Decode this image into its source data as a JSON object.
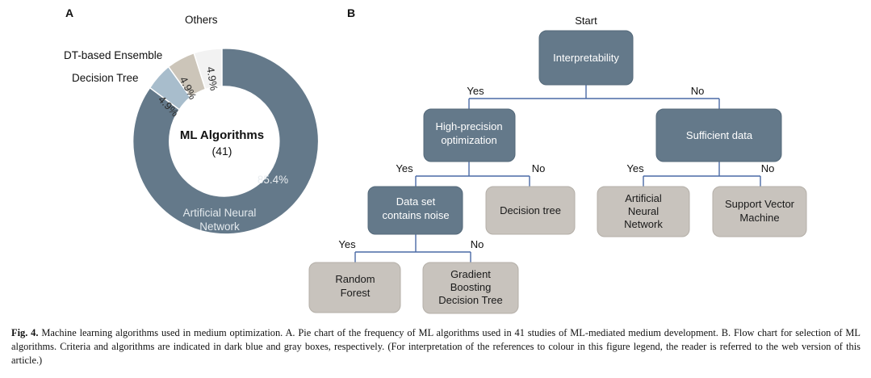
{
  "figure": {
    "panel_a_letter": "A",
    "panel_b_letter": "B",
    "caption_label": "Fig. 4.",
    "caption_text": "Machine learning algorithms used in medium optimization. A. Pie chart of the frequency of ML algorithms used in 41 studies of ML-mediated medium development. B. Flow chart for selection of ML algorithms. Criteria and algorithms are indicated in dark blue and gray boxes, respectively. (For interpretation of the references to colour in this figure legend, the reader is referred to the web version of this article.)"
  },
  "chart_data": {
    "type": "pie",
    "title": "ML Algorithms",
    "center_title": "ML Algorithms",
    "center_count": "(41)",
    "total_studies": 41,
    "donut": true,
    "categories": [
      "Artificial Neural Network",
      "Decision Tree",
      "DT-based Ensemble",
      "Others"
    ],
    "values": [
      85.4,
      4.9,
      4.9,
      4.9
    ],
    "value_labels": [
      "85.4%",
      "4.9%",
      "4.9%",
      "4.9%"
    ],
    "counts": [
      35,
      2,
      2,
      2
    ],
    "colors": [
      "#64798a",
      "#a8bdcc",
      "#ccc5b9",
      "#f2f2f2"
    ],
    "legend": "inline-callouts",
    "inline_labels": [
      "Artificial Neural",
      "Network"
    ],
    "callouts": [
      {
        "label": "Decision Tree"
      },
      {
        "label": "DT-based Ensemble"
      },
      {
        "label": "Others"
      }
    ],
    "xlabel": "",
    "ylabel": ""
  },
  "flow": {
    "start_label": "Start",
    "nodes": [
      {
        "id": "interpretability",
        "label": "Interpretability",
        "kind": "criteria"
      },
      {
        "id": "high-precision-optimization",
        "label_line1": "High-precision",
        "label_line2": "optimization",
        "kind": "criteria"
      },
      {
        "id": "sufficient-data",
        "label": "Sufficient data",
        "kind": "criteria"
      },
      {
        "id": "data-set-contains-noise",
        "label_line1": "Data set",
        "label_line2": "contains noise",
        "kind": "criteria"
      },
      {
        "id": "decision-tree",
        "label": "Decision tree",
        "kind": "result"
      },
      {
        "id": "artificial-neural-network",
        "label_line1": "Artificial",
        "label_line2": "Neural",
        "label_line3": "Network",
        "kind": "result"
      },
      {
        "id": "support-vector-machine",
        "label_line1": "Support Vector",
        "label_line2": "Machine",
        "kind": "result"
      },
      {
        "id": "random-forest",
        "label_line1": "Random",
        "label_line2": "Forest",
        "kind": "result"
      },
      {
        "id": "gradient-boosting-decision-tree",
        "label_line1": "Gradient",
        "label_line2": "Boosting",
        "label_line3": "Decision Tree",
        "kind": "result"
      }
    ],
    "edge_labels": {
      "l1_yes": "Yes",
      "l1_no": "No",
      "l2a_yes": "Yes",
      "l2a_no": "No",
      "l2b_yes": "Yes",
      "l2b_no": "No",
      "l3_yes": "Yes",
      "l3_no": "No"
    },
    "colors": {
      "criteria_box": "#64798a",
      "result_box": "#c8c3bd",
      "edge": "#4a6aa5"
    }
  }
}
